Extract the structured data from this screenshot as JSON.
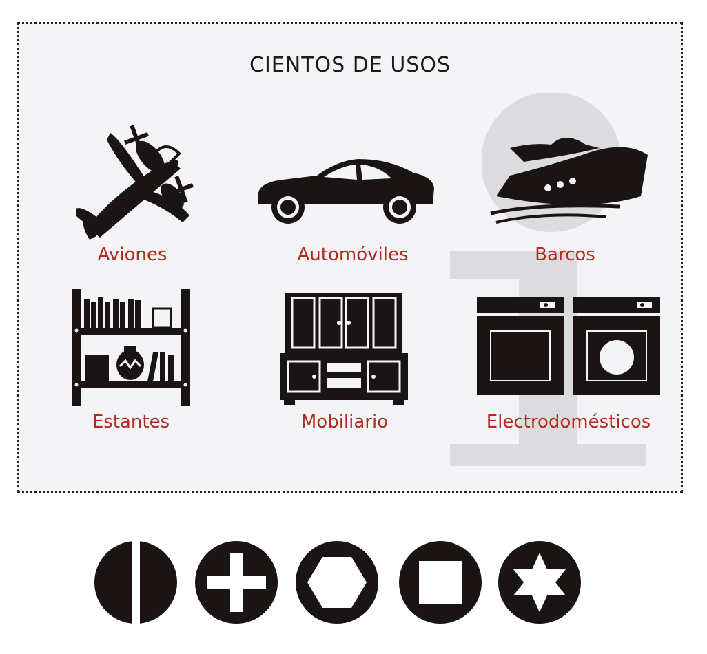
{
  "title": "CIENTOS DE USOS",
  "uses": [
    {
      "label": "Aviones",
      "icon": "airplane-icon"
    },
    {
      "label": "Automóviles",
      "icon": "car-icon"
    },
    {
      "label": "Barcos",
      "icon": "boat-icon"
    },
    {
      "label": "Estantes",
      "icon": "shelf-icon"
    },
    {
      "label": "Mobiliario",
      "icon": "furniture-icon"
    },
    {
      "label": "Electrodomésticos",
      "icon": "appliances-icon"
    }
  ],
  "screw_heads": [
    "slotted-head-icon",
    "phillips-head-icon",
    "hex-head-icon",
    "square-head-icon",
    "torx-head-icon"
  ],
  "colors": {
    "label": "#b32a1f",
    "icon": "#1a1414",
    "panel": "#f4f4f6",
    "watermark": "#dcdcdf"
  }
}
